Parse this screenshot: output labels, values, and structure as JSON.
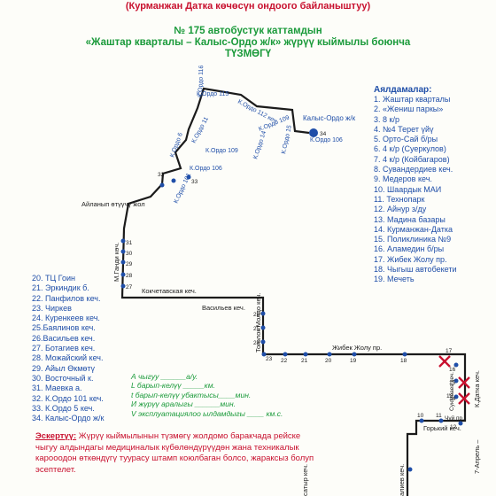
{
  "header": {
    "subtitle_top": "(Курманжан Датка көчөсүн ондоого байланыштуу)",
    "line1": "№ 175  автобустук каттамдын",
    "line2": "«Жаштар кварталы – Калыс-Ордо ж/к» жүрүү кыймылы боюнча",
    "line3": "ТҮЗМӨГҮ"
  },
  "stops_title": "Аялдамалар:",
  "stops_right": [
    "1. Жаштар кварталы",
    "2. «Жениш паркы»",
    "3. 8 к/р",
    "4. №4 Терет үйү",
    "5. Орто-Сай б/ры",
    "6. 4 к/р (Суеркулов)",
    "7. 4 к/р (Койбагаров)",
    "8. Сувандердиев кеч.",
    "9. Медеров  кеч.",
    "10. Шаардык МАИ",
    "11. Технопарк",
    "12. Айнур з/ду",
    "13. Мадина базары",
    "14. Курманжан-Датка",
    "15. Поликлиника №9",
    "16. Аламедин б/ры",
    "17. Жибек Жолу пр.",
    "18. Чыгыш автобекети",
    "19. Мечеть"
  ],
  "stops_left": [
    "20. ТЦ Гоин",
    "21. Эркиндик б.",
    "22. Панфилов кеч.",
    "23. Чиркев",
    "24. Куренкеев кеч.",
    "25.Баялинов кеч.",
    "26.Васильев кеч.",
    "27. Ботагиев кеч.",
    "28. Можайский кеч.",
    "29. Айыл Өкмөтү",
    "30. Восточный к.",
    "31. Маевка а.",
    "32. К.Ордо 101 кеч.",
    "33. К.Ордо 5 кеч.",
    "34. Калыс-Ордо ж/к"
  ],
  "params": [
    "А чыгуу ______а/у.",
    "L барып-келүү _____км.",
    "t барып-келүү убактысы____мин.",
    "И жүрүү аралыгы ______мин.",
    "V эксплуатациялоо ылдамдыгы ____ км.с."
  ],
  "note": {
    "label": "Эскертүү:",
    "text": "Жүрүү кыймылынын түзмөгү жолдомо баракчада рейске чыгуу алдындагы медициналык күбөлөндүрүүдөн жана техникалык карооодон өткөндүгү туурасу штамп коюлбаган болсо, жараксыз болуп эсептелет."
  },
  "map": {
    "destination": "Калыс-Ордо ж/к",
    "streets": {
      "ailanyp": "Айланып өтүүчү жол",
      "gandi": "М.Ганди көч.",
      "kokchetav": "Кокчетавская кеч.",
      "vasilev": "Васильев кеч.",
      "togolok": "Тоголок Молдо кеч.",
      "zhibek": "Жибек Жолу пр.",
      "suyunbaev": "Суюнбаев кеч.",
      "chui": "Чүй пр.",
      "kdatka": "К.Датка кеч.",
      "aprel": "7-Апрель –",
      "gorkiy": "Горький кеч.",
      "ko101": "К.Ордо 101",
      "ko6": "К.Ордо 6",
      "ko106a": "К.Ордо 106",
      "ko109a": "К.Ордо 109",
      "ko11": "К.Ордо 11",
      "ko115": "К.Ордо 115",
      "ko116": "К.Ордо 116",
      "ko112": "К.Ордо 112 кеч.",
      "ko109b": "К.Ордо 109",
      "ko14": "К.Ордо 14",
      "ko15": "К.Ордо 15",
      "ko106b": "К.Ордо 106",
      "bottom1": "сатыр кеч.",
      "bottom2": "алиев кеч."
    },
    "stop_numbers": [
      "34",
      "33",
      "32",
      "31",
      "30",
      "29",
      "28",
      "27",
      "26",
      "25",
      "24",
      "23",
      "22",
      "21",
      "20",
      "19",
      "18",
      "17",
      "16",
      "15",
      "14",
      "13",
      "12",
      "11",
      "10"
    ]
  },
  "colors": {
    "route": "#1b1b1b",
    "stop": "#1f4ea8",
    "closed": "#c8102e",
    "title_red": "#c8102e",
    "title_green": "#1a9a3a"
  }
}
